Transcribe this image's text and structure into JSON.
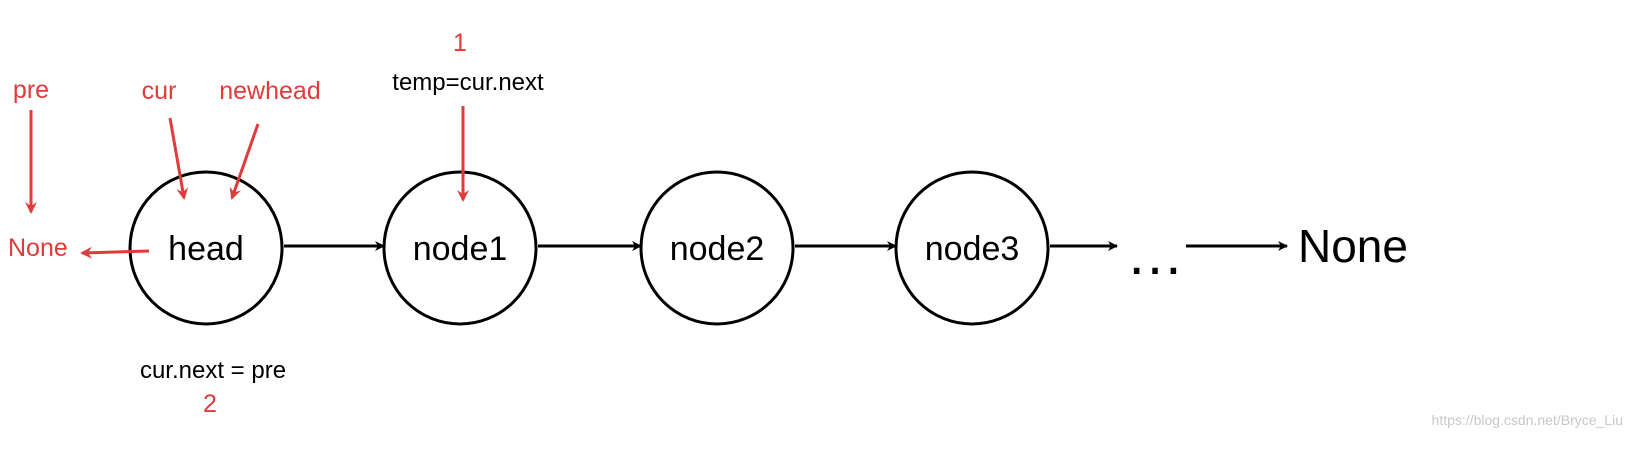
{
  "nodes": [
    {
      "label": "head"
    },
    {
      "label": "node1"
    },
    {
      "label": "node2"
    },
    {
      "label": "node3"
    }
  ],
  "ellipsis": "…",
  "tail_label": "None",
  "pointers": {
    "pre": "pre",
    "cur": "cur",
    "newhead": "newhead",
    "pre_value": "None"
  },
  "steps": [
    {
      "number": "1",
      "text": "temp=cur.next"
    },
    {
      "number": "2",
      "text": "cur.next = pre"
    }
  ],
  "watermark": "https://blog.csdn.net/Bryce_Liu",
  "colors": {
    "accent_red": "#e03b3b",
    "stroke": "#000000",
    "watermark": "#c8c8c8"
  }
}
